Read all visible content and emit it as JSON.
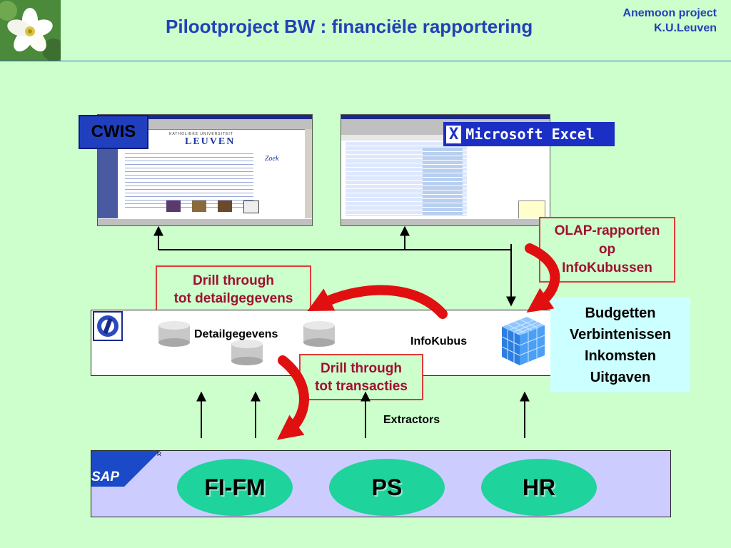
{
  "header": {
    "title": "Pilootproject BW : financiële rapportering",
    "org_line1": "Anemoon project",
    "org_line2": "K.U.Leuven"
  },
  "cwis": {
    "label": "CWIS",
    "logo_text": "LEUVEN",
    "logo_top": "KATHOLIEKE UNIVERSITEIT",
    "zoek": "Zoek"
  },
  "excel": {
    "banner": "Microsoft Excel",
    "banner_mark": "X"
  },
  "olap": {
    "lines": [
      "OLAP-rapporten",
      "op",
      "InfoKubussen"
    ]
  },
  "drill_detail": {
    "lines": [
      "Drill through",
      "tot detailgegevens"
    ]
  },
  "drill_trans": {
    "lines": [
      "Drill through",
      "tot transacties"
    ]
  },
  "bw": {
    "detail_label": "Detailgegevens",
    "infokubus_label": "InfoKubus"
  },
  "measures": {
    "items": [
      "Budgetten",
      "Verbintenissen",
      "Inkomsten",
      "Uitgaven"
    ]
  },
  "extractors_label": "Extractors",
  "sap": {
    "logo": "SAP",
    "reg": "R",
    "modules": [
      "FI-FM",
      "PS",
      "HR"
    ]
  },
  "colors": {
    "background": "#ccffcc",
    "title": "#2340b8",
    "red_border": "#e03b3b",
    "drill_text": "#a01030",
    "module_fill": "#1fd39c",
    "sap_fill": "#ccccff",
    "measures_fill": "#ccffff"
  }
}
